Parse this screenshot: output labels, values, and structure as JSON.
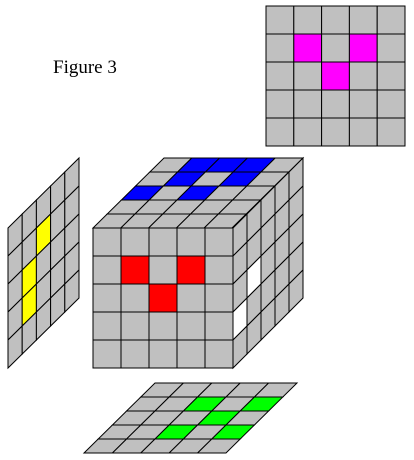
{
  "figure": {
    "caption": "Figure 3"
  },
  "colors": {
    "base": "#c0c0c0",
    "line": "#000000",
    "top_face_marks": "#0000ff",
    "front_face_marks": "#ff0000",
    "right_face_marks": "#ffffff",
    "left_panel_marks": "#ffff00",
    "bottom_panel_marks": "#00ff00",
    "back_panel_marks": "#ff00ff"
  },
  "grid_size": 5,
  "faces": {
    "back_panel": {
      "view": "flat",
      "marked": [
        [
          1,
          1
        ],
        [
          1,
          3
        ],
        [
          2,
          2
        ]
      ]
    },
    "left_panel": {
      "view": "oblique-left",
      "marked": [
        [
          1,
          2
        ],
        [
          2,
          1
        ],
        [
          3,
          1
        ]
      ]
    },
    "cube_top": {
      "view": "top",
      "marked": [
        [
          0,
          1
        ],
        [
          0,
          2
        ],
        [
          0,
          3
        ],
        [
          1,
          1
        ],
        [
          1,
          3
        ],
        [
          2,
          0
        ],
        [
          2,
          2
        ]
      ]
    },
    "cube_front": {
      "view": "front",
      "marked": [
        [
          1,
          1
        ],
        [
          1,
          3
        ],
        [
          2,
          2
        ]
      ]
    },
    "cube_right": {
      "view": "side",
      "marked": [
        [
          2,
          1
        ],
        [
          3,
          0
        ]
      ]
    },
    "bottom_panel": {
      "view": "floor",
      "marked": [
        [
          1,
          2
        ],
        [
          1,
          4
        ],
        [
          2,
          3
        ],
        [
          3,
          2
        ],
        [
          3,
          4
        ]
      ]
    }
  }
}
